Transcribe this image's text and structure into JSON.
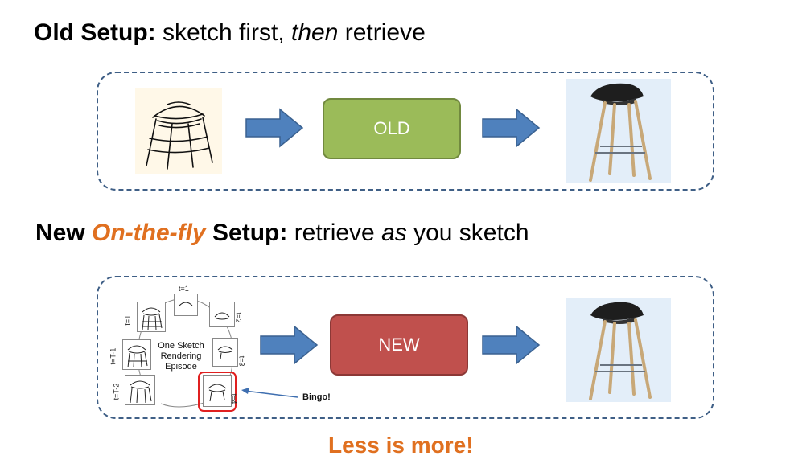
{
  "old_heading": {
    "bold": "Old Setup:",
    "part1": " sketch first, ",
    "italic": "then",
    "part2": " retrieve"
  },
  "new_heading": {
    "bold1": "New ",
    "accent": "On-the-fly",
    "bold2": " Setup:",
    "part1": " retrieve ",
    "italic": "as",
    "part2": " you sketch"
  },
  "old_box_label": "OLD",
  "new_box_label": "NEW",
  "episode_label": "One Sketch Rendering Episode",
  "ring_labels": {
    "t1": "t=1",
    "t2": "t=2",
    "t3": "t=3",
    "t4": "t=4",
    "tT": "t=T",
    "tT1": "t=T-1",
    "tT2": "t=T-2"
  },
  "bingo_label": "Bingo!",
  "tagline": "Less is more!",
  "colors": {
    "accent": "#e07020",
    "dash_border": "#3f5f86",
    "arrow": "#4f81bd",
    "old_box": "#9bbb59",
    "new_box": "#c0504d",
    "highlight": "#e02020"
  }
}
